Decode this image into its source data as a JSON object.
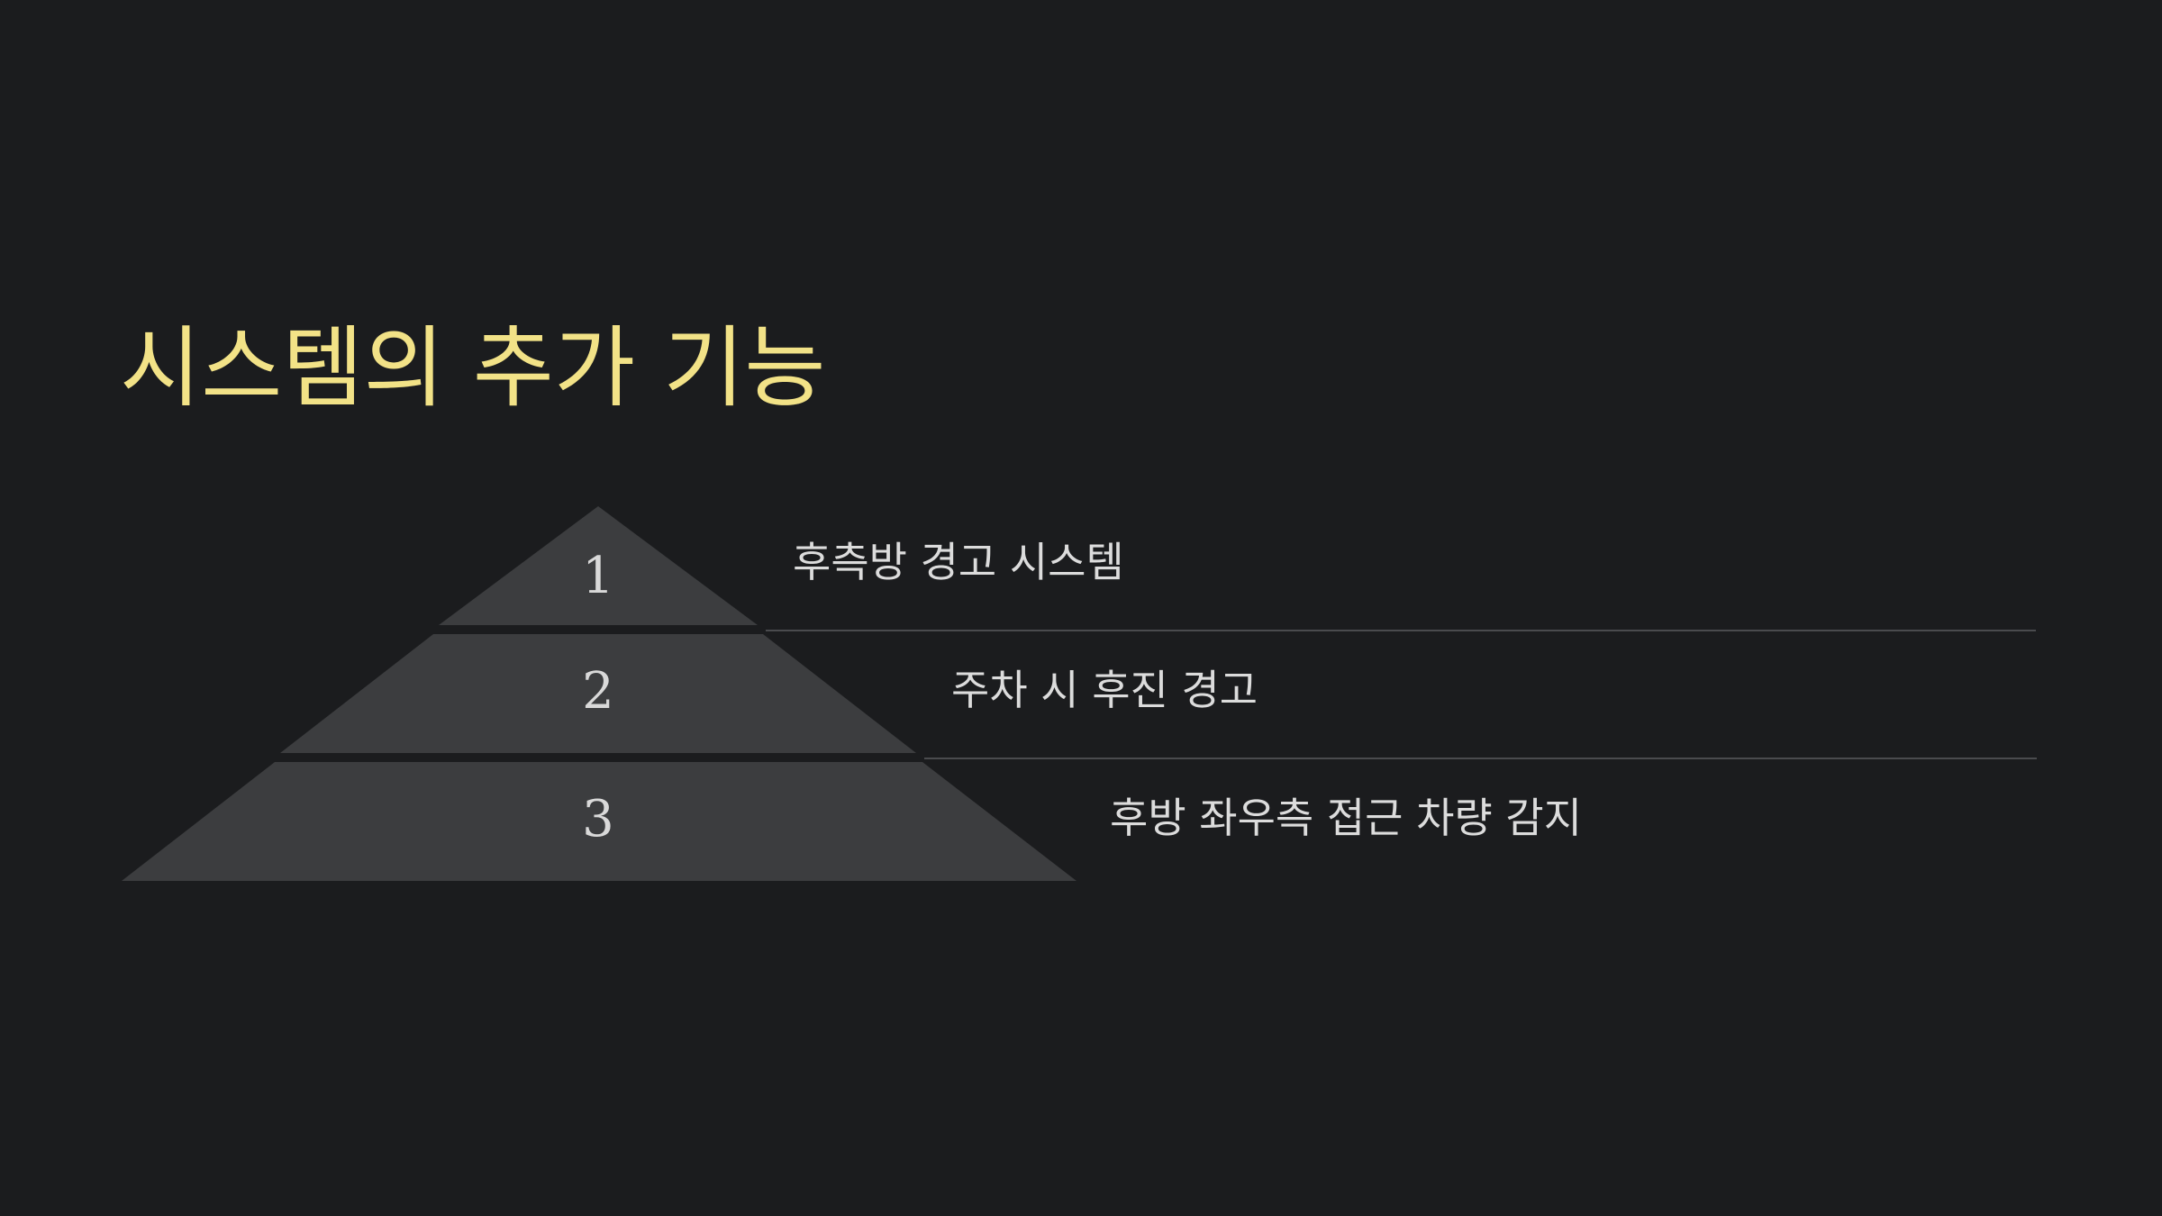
{
  "slide": {
    "title": "시스템의 추가 기능"
  },
  "pyramid": {
    "levels": [
      {
        "number": "1",
        "label": "후측방 경고 시스템"
      },
      {
        "number": "2",
        "label": "주차 시 후진 경고"
      },
      {
        "number": "3",
        "label": "후방 좌우측 접근 차량 감지"
      }
    ]
  },
  "colors": {
    "background": "#1b1c1e",
    "title": "#f2e287",
    "pyramid_fill": "#3c3d3f",
    "text": "#dcdcdc",
    "divider": "#4a4b4e"
  }
}
